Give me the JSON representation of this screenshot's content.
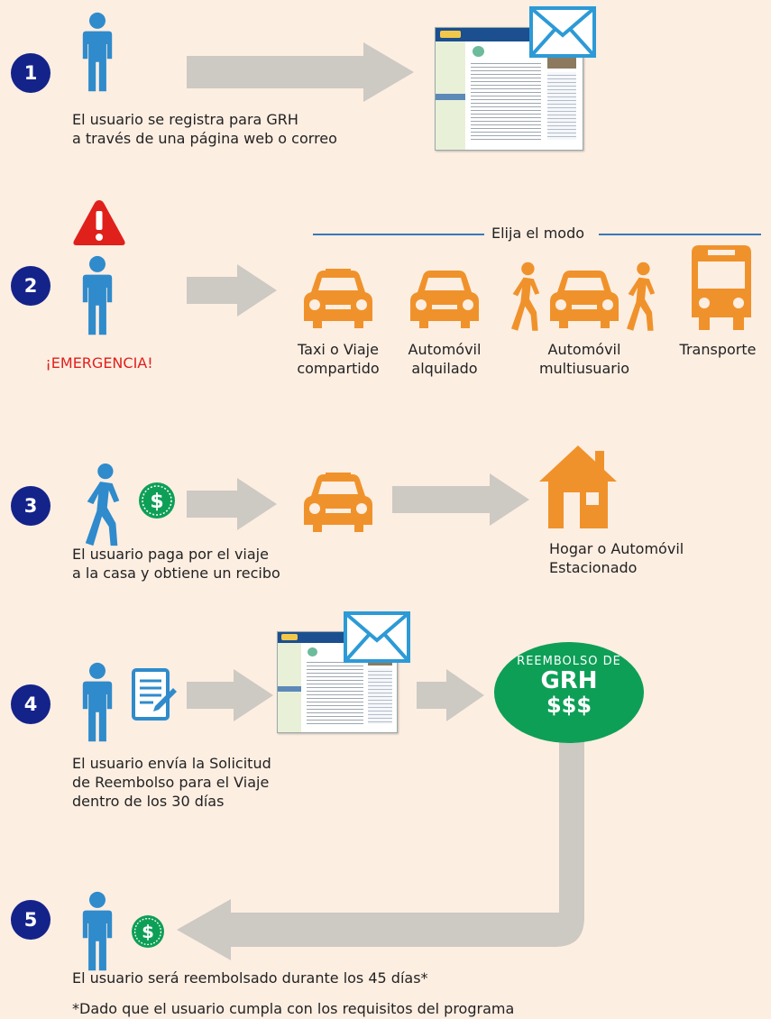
{
  "steps": [
    {
      "number": "1",
      "text": "El usuario se registra para GRH\na través de una página web o correo"
    },
    {
      "number": "2",
      "emergency": "¡EMERGENCIA!",
      "mode_header": "Elija el modo",
      "modes": [
        {
          "label": "Taxi o Viaje\ncompartido",
          "icon": "taxi-icon"
        },
        {
          "label": "Automóvil\nalquilado",
          "icon": "car-icon"
        },
        {
          "label": "Automóvil\nmultiusuario",
          "icon": "carpool-icon"
        },
        {
          "label": "Transporte",
          "icon": "bus-icon"
        }
      ]
    },
    {
      "number": "3",
      "text": "El usuario paga por el viaje\na la casa y obtiene un recibo",
      "destination": "Hogar o Automóvil\nEstacionado"
    },
    {
      "number": "4",
      "text": "El usuario envía la Solicitud\nde Reembolso para el Viaje\ndentro de los 30 días",
      "badge": {
        "line1": "REEMBOLSO DE",
        "line2": "GRH",
        "line3": "$$$"
      }
    },
    {
      "number": "5",
      "text": "El usuario será reembolsado durante los 45 días*"
    }
  ],
  "footnote": "*Dado que el usuario cumpla con los requisitos del programa",
  "colors": {
    "background": "#fdeee2",
    "number_circle": "#14238a",
    "person": "#2f8bcb",
    "mode": "#f0922b",
    "arrow": "#cdc9c3",
    "badge": "#0e9f57",
    "emergency": "#e0201b"
  }
}
